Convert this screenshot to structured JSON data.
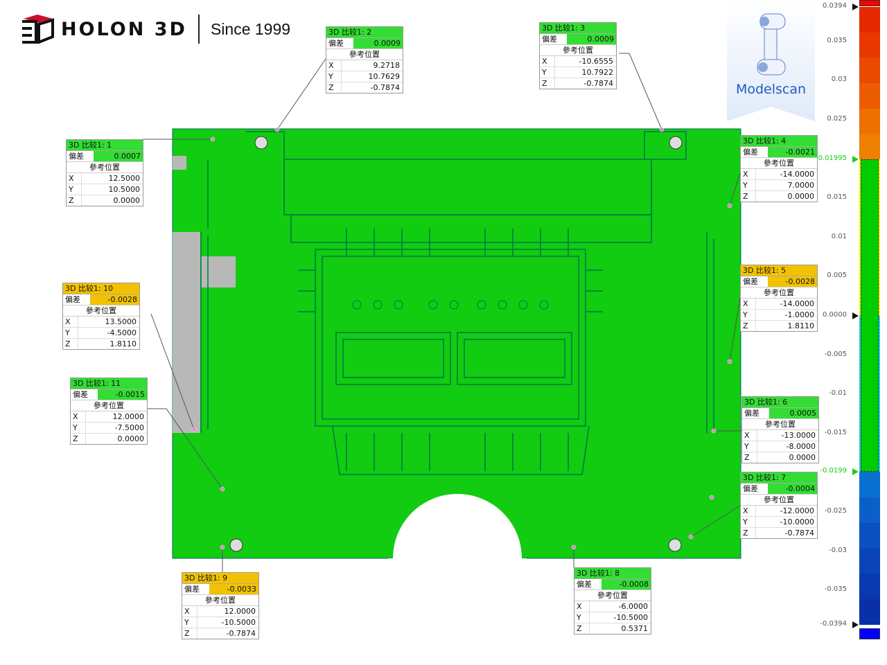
{
  "header": {
    "brand": "HOLON 3D",
    "since": "Since 1999"
  },
  "badge": {
    "label": "Modelscan"
  },
  "labels": {
    "deviation": "偏差",
    "ref": "參考位置"
  },
  "callouts": [
    {
      "title": "3D 比较1: 1",
      "dev": "0.0007",
      "x": "12.5000",
      "y": "10.5000",
      "z": "0.0000",
      "status": "green"
    },
    {
      "title": "3D 比较1: 2",
      "dev": "0.0009",
      "x": "9.2718",
      "y": "10.7629",
      "z": "-0.7874",
      "status": "green"
    },
    {
      "title": "3D 比较1: 3",
      "dev": "0.0009",
      "x": "-10.6555",
      "y": "10.7922",
      "z": "-0.7874",
      "status": "green"
    },
    {
      "title": "3D 比较1: 4",
      "dev": "-0.0021",
      "x": "-14.0000",
      "y": "7.0000",
      "z": "0.0000",
      "status": "green"
    },
    {
      "title": "3D 比较1: 5",
      "dev": "-0.0028",
      "x": "-14.0000",
      "y": "-1.0000",
      "z": "1.8110",
      "status": "yellow"
    },
    {
      "title": "3D 比较1: 6",
      "dev": "0.0005",
      "x": "-13.0000",
      "y": "-8.0000",
      "z": "0.0000",
      "status": "green"
    },
    {
      "title": "3D 比较1: 7",
      "dev": "-0.0004",
      "x": "-12.0000",
      "y": "-10.0000",
      "z": "-0.7874",
      "status": "green"
    },
    {
      "title": "3D 比较1: 8",
      "dev": "-0.0008",
      "x": "-6.0000",
      "y": "-10.5000",
      "z": "0.5371",
      "status": "green"
    },
    {
      "title": "3D 比较1: 9",
      "dev": "-0.0033",
      "x": "12.0000",
      "y": "-10.5000",
      "z": "-0.7874",
      "status": "yellow"
    },
    {
      "title": "3D 比较1: 10",
      "dev": "-0.0028",
      "x": "13.5000",
      "y": "-4.5000",
      "z": "1.8110",
      "status": "yellow"
    },
    {
      "title": "3D 比较1: 11",
      "dev": "-0.0015",
      "x": "12.0000",
      "y": "-7.5000",
      "z": "0.0000",
      "status": "green"
    }
  ],
  "scale": {
    "max": 0.0394,
    "min": -0.0394,
    "upper_tol": 0.01995,
    "lower_tol": -0.0199,
    "ticks": [
      "0.0394",
      "0.035",
      "0.03",
      "0.025",
      "0.01995",
      "0.015",
      "0.01",
      "0.005",
      "0.0000",
      "-0.005",
      "-0.01",
      "-0.015",
      "-0.0199",
      "-0.025",
      "-0.03",
      "-0.035",
      "-0.0394"
    ],
    "tick_values": [
      0.0394,
      0.035,
      0.03,
      0.025,
      0.01995,
      0.015,
      0.01,
      0.005,
      0,
      -0.005,
      -0.01,
      -0.015,
      -0.0199,
      -0.025,
      -0.03,
      -0.035,
      -0.0394
    ]
  },
  "colors": {
    "green": "#33dd33",
    "yellow": "#f2c200",
    "part": "#11cc11"
  }
}
